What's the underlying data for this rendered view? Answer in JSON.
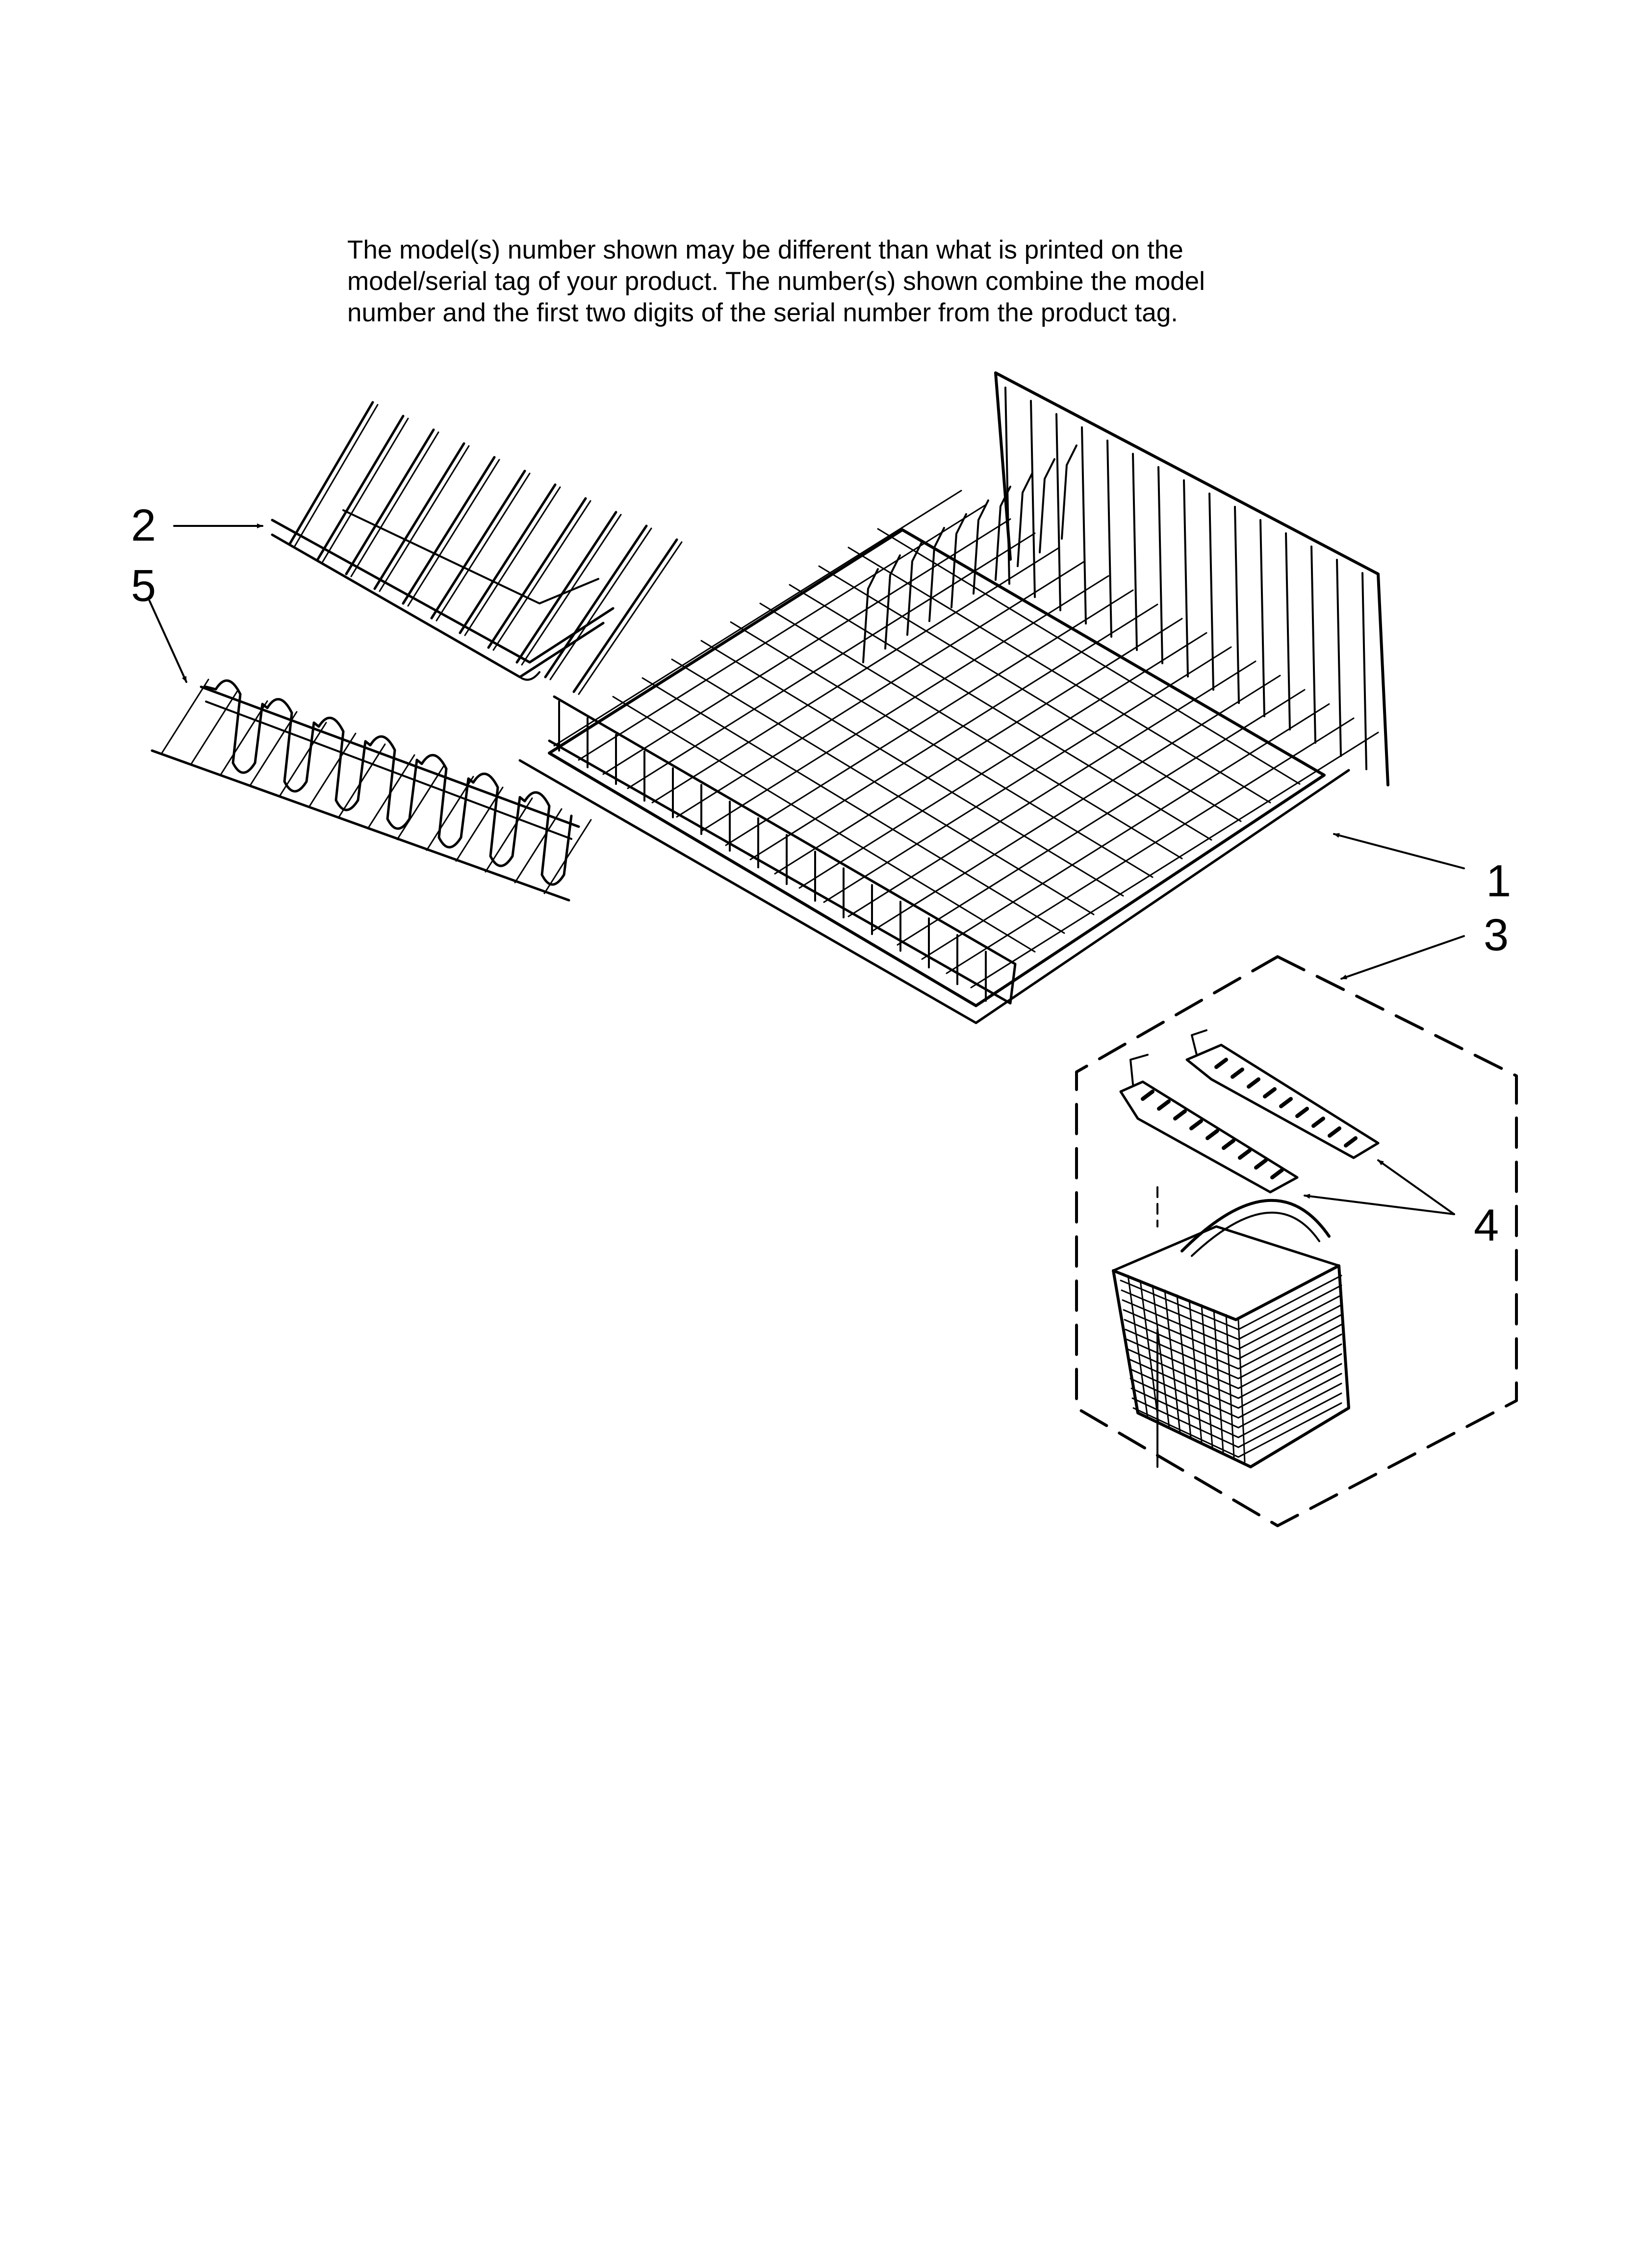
{
  "disclaimer": {
    "lines": [
      "The model(s) number shown may be different than what is printed on the",
      "model/serial tag of your product. The number(s) shown combine the model",
      "number and the first two digits of the serial number from the product tag."
    ]
  },
  "callouts": {
    "c1": "1",
    "c2": "2",
    "c3": "3",
    "c4": "4",
    "c5": "5"
  }
}
